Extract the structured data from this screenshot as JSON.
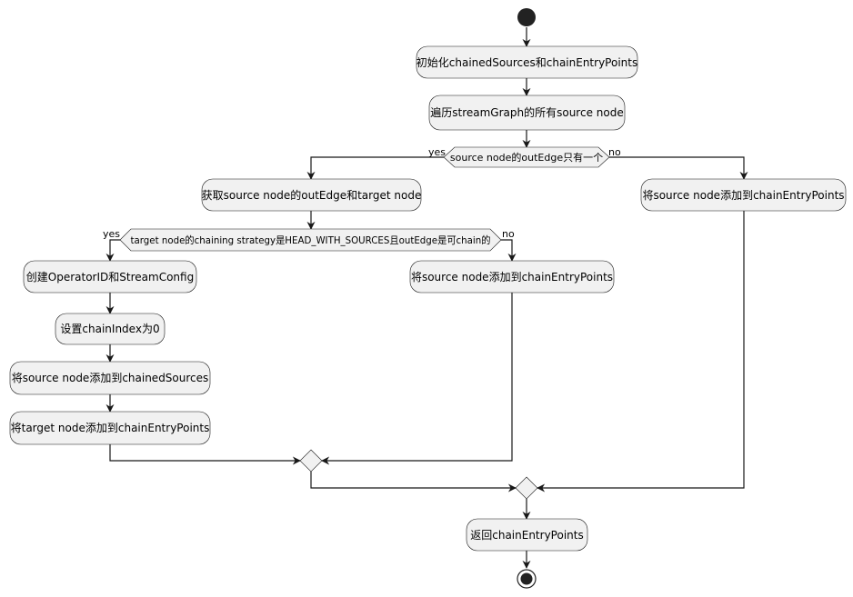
{
  "nodes": {
    "init": "初始化chainedSources和chainEntryPoints",
    "traverse": "遍历streamGraph的所有source node",
    "get_edge": "获取source node的outEdge和target node",
    "outer_add_entry": "将source node添加到chainEntryPoints",
    "create_op": "创建OperatorID和StreamConfig",
    "set_index": "设置chainIndex为0",
    "add_chained": "将source node添加到chainedSources",
    "add_target_entry": "将target node添加到chainEntryPoints",
    "inner_add_entry": "将source node添加到chainEntryPoints",
    "return": "返回chainEntryPoints"
  },
  "decisions": {
    "outer": {
      "question": "source node的outEdge只有一个",
      "yes_label": "yes",
      "no_label": "no"
    },
    "inner": {
      "question": "target node的chaining strategy是HEAD_WITH_SOURCES且outEdge是可chain的",
      "yes_label": "yes",
      "no_label": "no"
    }
  },
  "colors": {
    "node_fill": "#f1f1f1",
    "stroke": "#181818",
    "start_fill": "#222222"
  }
}
